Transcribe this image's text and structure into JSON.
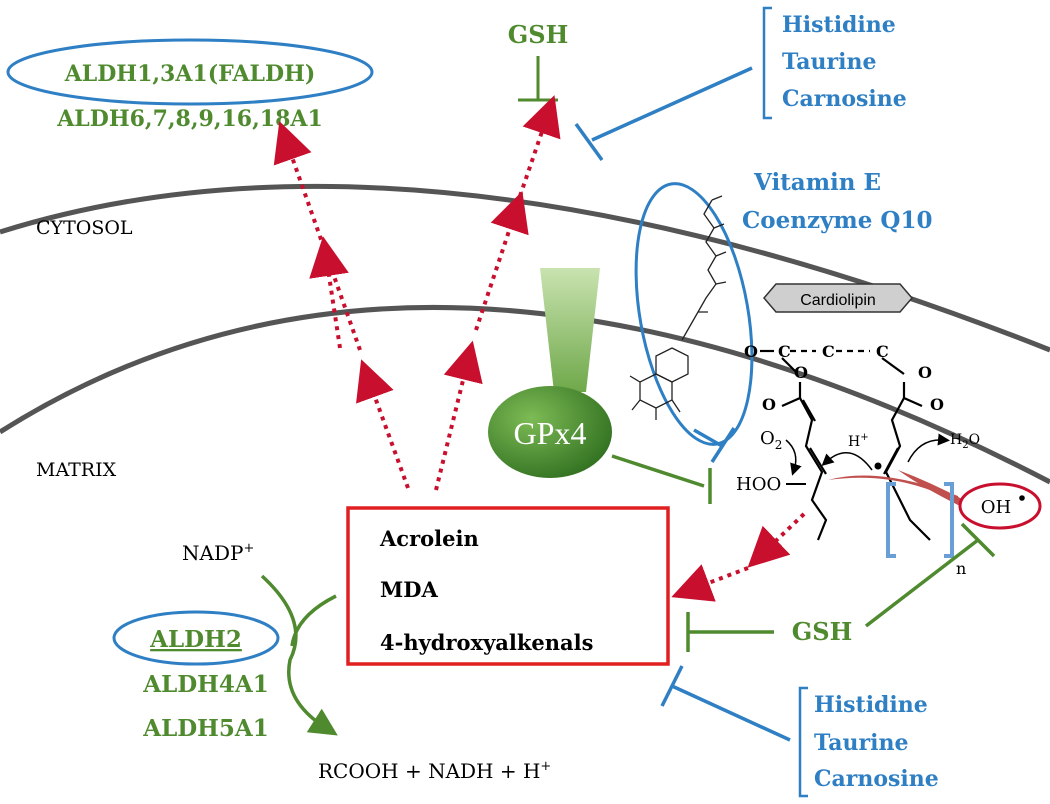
{
  "colors": {
    "green": "#4f8a2f",
    "blue": "#2e7fc4",
    "red": "#e02020",
    "dark_red": "#c8102e",
    "membrane": "#555555"
  },
  "top": {
    "aldh_group_1": "ALDH1,3A1(FALDH)",
    "aldh_group_2": "ALDH6,7,8,9,16,18A1",
    "gsh": "GSH",
    "inhibitors": [
      "Histidine",
      "Taurine",
      "Carnosine"
    ]
  },
  "compartments": {
    "cytosol": "CYTOSOL",
    "matrix": "MATRIX"
  },
  "antioxidants": {
    "vitamin_e": "Vitamin E",
    "coq10": "Coenzyme Q10"
  },
  "lipid": {
    "cardiolipin": "Cardiolipin",
    "o2": "O",
    "o2_sub": "2",
    "h_plus": "H",
    "h_sup": "+",
    "h2o": "H",
    "h2o_sub": "2",
    "h2o_o": "O",
    "hoo": "HOO",
    "oh_radical": "OH",
    "o": "O",
    "c": "C",
    "n": "n"
  },
  "enzyme": {
    "gpx4": "GPx4"
  },
  "aldehydes": [
    "Acrolein",
    "MDA",
    "4-hydroxyalkenals"
  ],
  "bottom": {
    "nadp": "NADP",
    "nadp_sup": "+",
    "aldh2": "ALDH2",
    "aldh4a1": "ALDH4A1",
    "aldh5a1": "ALDH5A1",
    "products": "RCOOH + NADH + H",
    "products_sup": "+",
    "gsh": "GSH",
    "inhibitors": [
      "Histidine",
      "Taurine",
      "Carnosine"
    ]
  }
}
